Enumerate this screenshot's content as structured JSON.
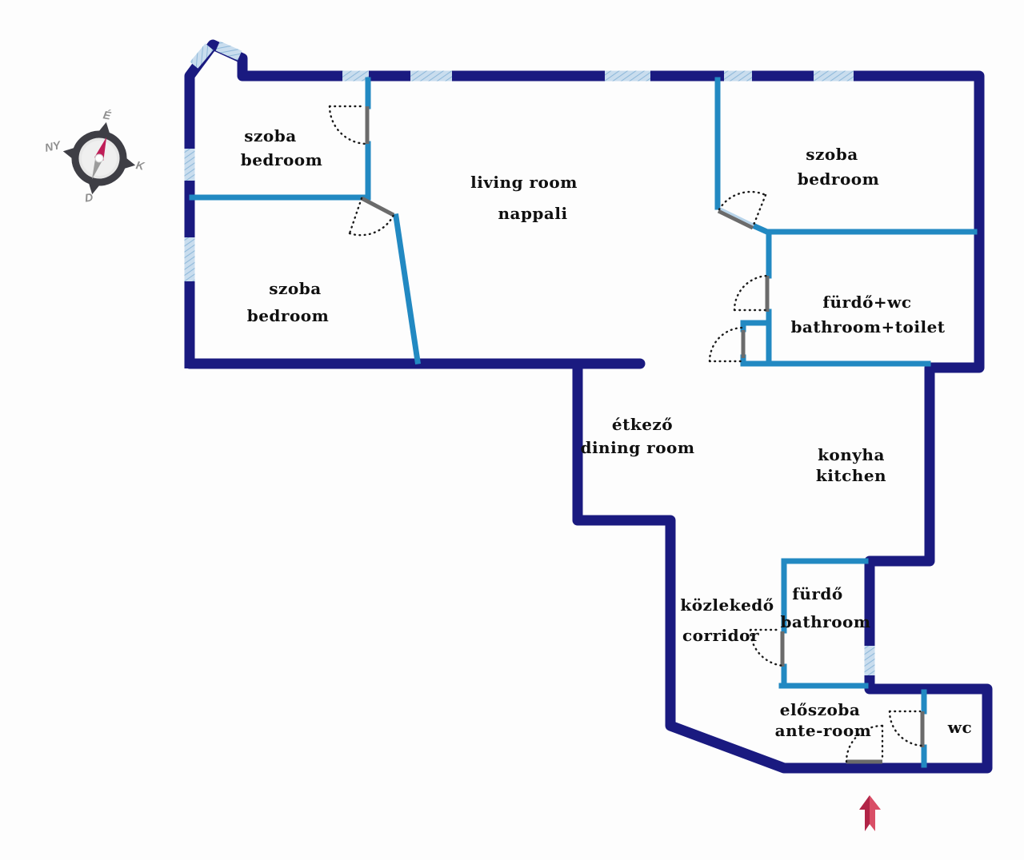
{
  "floor_plan": {
    "rooms": [
      {
        "id": "bedroom-upper-left",
        "line1": "szoba",
        "line2": "bedroom"
      },
      {
        "id": "living-room",
        "line1": "living room",
        "line2": "nappali"
      },
      {
        "id": "bedroom-upper-right",
        "line1": "szoba",
        "line2": "bedroom"
      },
      {
        "id": "bedroom-lower-left",
        "line1": "szoba",
        "line2": "bedroom"
      },
      {
        "id": "bathroom-toilet",
        "line1": "fürdő+wc",
        "line2": "bathroom+toilet"
      },
      {
        "id": "dining-room",
        "line1": "étkező",
        "line2": "dining room"
      },
      {
        "id": "kitchen",
        "line1": "konyha",
        "line2": "kitchen"
      },
      {
        "id": "corridor",
        "line1": "közlekedő",
        "line2": "corridor"
      },
      {
        "id": "bathroom",
        "line1": "fürdő",
        "line2": "bathroom"
      },
      {
        "id": "ante-room",
        "line1": "előszoba",
        "line2": "ante-room"
      },
      {
        "id": "wc",
        "line1": "wc"
      }
    ],
    "compass": {
      "north": "É",
      "west": "NY",
      "east": "K",
      "south": "D"
    },
    "colors": {
      "outer_wall": "#1a1a80",
      "inner_wall": "#2289c2",
      "window_fill": "#c9ddee",
      "window_hatch": "#8fb9da",
      "door_leaf": "#6b6b6b",
      "door_swing_arc": "#1b1b1b",
      "label_text": "#101010",
      "entrance_arrow_dark": "#b12447",
      "entrance_arrow_light": "#d94e66",
      "compass_ring": "#3e3e45",
      "compass_needle_north": "#bf1d57",
      "compass_needle_south": "#9b9b9b",
      "compass_label": "#8f8f8f"
    }
  }
}
